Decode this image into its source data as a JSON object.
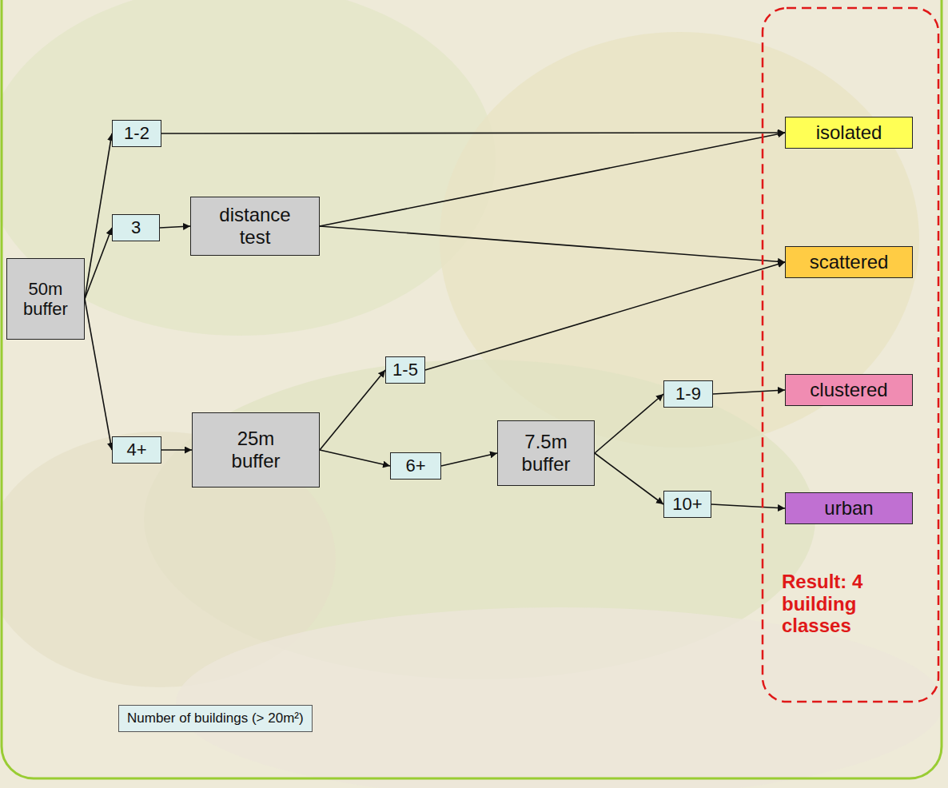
{
  "diagram": {
    "nodes": [
      {
        "text": [
          "50m buffer"
        ]
      },
      {
        "text": [
          "1-2"
        ]
      },
      {
        "text": [
          "3"
        ]
      },
      {
        "text": [
          "distance test"
        ]
      },
      {
        "text": [
          "4+"
        ]
      },
      {
        "text": [
          "25m buffer"
        ]
      },
      {
        "text": [
          "1-5"
        ]
      },
      {
        "text": [
          "6+"
        ]
      },
      {
        "text": [
          "7.5m buffer"
        ]
      },
      {
        "text": [
          "1-9"
        ]
      },
      {
        "text": [
          "10+"
        ]
      },
      {
        "text": [
          "Result: 4 building classes"
        ]
      },
      {
        "text": [
          "isolated"
        ],
        "in": 11
      },
      {
        "text": [
          "scattered"
        ],
        "in": 11
      },
      {
        "text": [
          "clustered"
        ],
        "in": 11
      },
      {
        "text": [
          "urban"
        ],
        "in": 11
      }
    ],
    "edges": [
      {
        "from": 0,
        "to": 1,
        "arrow": "to"
      },
      {
        "from": 0,
        "to": 2,
        "arrow": "to"
      },
      {
        "from": 0,
        "to": 4,
        "arrow": "to"
      },
      {
        "from": 1,
        "to": 12,
        "arrow": "to"
      },
      {
        "from": 2,
        "to": 3,
        "arrow": "to"
      },
      {
        "from": 3,
        "to": 12,
        "arrow": "to"
      },
      {
        "from": 3,
        "to": 13,
        "arrow": "to"
      },
      {
        "from": 4,
        "to": 5,
        "arrow": "to"
      },
      {
        "from": 5,
        "to": 6,
        "arrow": "to"
      },
      {
        "from": 5,
        "to": 7,
        "arrow": "to"
      },
      {
        "from": 6,
        "to": 13,
        "arrow": "to"
      },
      {
        "from": 7,
        "to": 8,
        "arrow": "to"
      },
      {
        "from": 8,
        "to": 9,
        "arrow": "to"
      },
      {
        "from": 8,
        "to": 10,
        "arrow": "to"
      },
      {
        "from": 9,
        "to": 14,
        "arrow": "to"
      },
      {
        "from": 10,
        "to": 15,
        "arrow": "to"
      }
    ],
    "legend": [
      {
        "text": "Number of buildings (> 20m²)",
        "color": "#dff0f0"
      }
    ]
  }
}
